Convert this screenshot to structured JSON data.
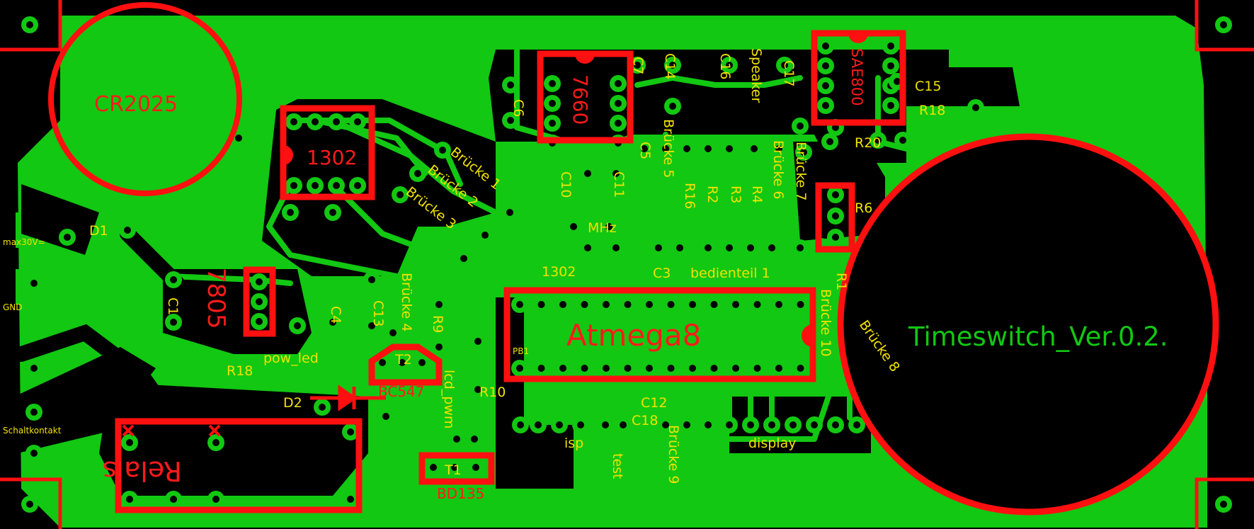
{
  "colors": {
    "background": "#000000",
    "copper": "#12c812",
    "silkscreen": "#f2e200",
    "component": "#ff1010",
    "pad_hole": "#000000",
    "title_text": "#12c812"
  },
  "board": {
    "title": "Timeswitch_Ver.0.2."
  },
  "components": {
    "battery": "CR2025",
    "rtc": "1302",
    "converter": "7660",
    "sound_ic": "SAE800",
    "regulator": "7805",
    "mcu": "Atmega8",
    "relay": "Relais",
    "t2_type": "BC547",
    "t1_type": "BD135"
  },
  "labels": {
    "d1": "D1",
    "d2": "D2",
    "c1": "C1",
    "c3": "C3",
    "c4": "C4",
    "c5": "C5",
    "c6": "C6",
    "c7": "C7",
    "c10": "C10",
    "c11": "C11",
    "c12": "C12",
    "c13": "C13",
    "c14": "C14",
    "c15": "C15",
    "c16": "C16",
    "c17": "C17",
    "c18": "C18",
    "r1": "R1",
    "r2": "R2",
    "r3": "R3",
    "r4": "R4",
    "r6": "R6",
    "r9": "R9",
    "r10": "R10",
    "r16": "R16",
    "r18a": "R18",
    "r18b": "R18",
    "r20": "R20",
    "t1": "T1",
    "t2": "T2",
    "mhz": "MHz",
    "lbl_1302": "1302",
    "bedienteil": "bedienteil 1",
    "pow_led": "pow_led",
    "lcd_pwm": "lcd_pwm",
    "isp": "isp",
    "test": "test",
    "display": "display",
    "speaker": "Speaker",
    "pb1": "PB1",
    "br1": "Brücke 1",
    "br2": "Brücke 2",
    "br3": "Brücke 3",
    "br4": "Brücke 4",
    "br5": "Brücke 5",
    "br6": "Brücke 6",
    "br7": "Brücke 7",
    "br8": "Brücke 8",
    "br9": "Brücke 9",
    "br10": "Brücke 10",
    "max30v": "max30V=",
    "gnd": "GND",
    "schaltkontakt": "Schaltkontakt"
  }
}
